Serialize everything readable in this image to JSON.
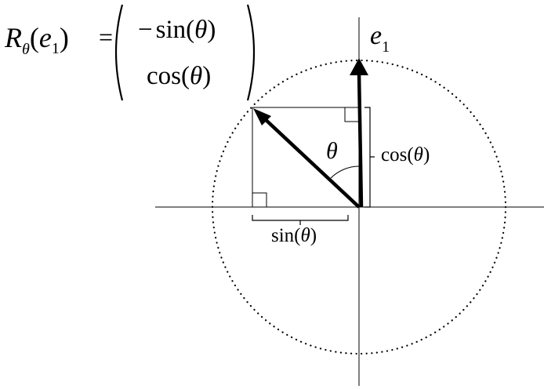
{
  "formula": {
    "lhs_symbol": "R",
    "lhs_subscript": "θ",
    "lhs_arg_open": "(",
    "lhs_arg_symbol": "e",
    "lhs_arg_subscript": "1",
    "lhs_arg_close": ")",
    "equals": "=",
    "row1_minus": "−",
    "row1_func": "sin(",
    "row1_theta": "θ",
    "row1_close": ")",
    "row2_func": "cos(",
    "row2_theta": "θ",
    "row2_close": ")"
  },
  "labels": {
    "e1_symbol": "e",
    "e1_subscript": "1",
    "theta": "θ",
    "cos_func": "cos(",
    "cos_theta": "θ",
    "cos_close": ")",
    "sin_func": "sin(",
    "sin_theta": "θ",
    "sin_close": ")"
  },
  "colors": {
    "ink": "#000000",
    "background": "#ffffff"
  }
}
